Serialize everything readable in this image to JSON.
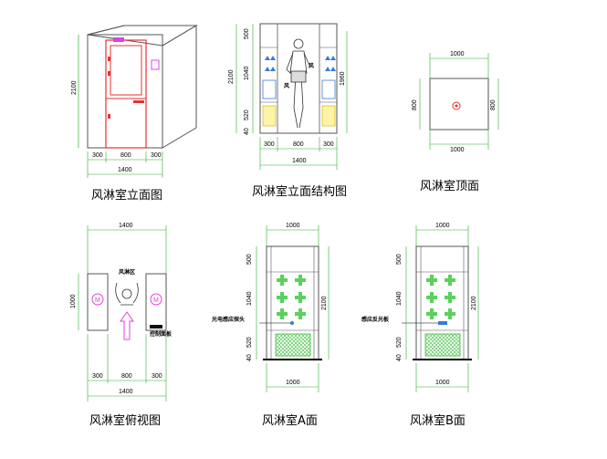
{
  "captions": {
    "elevation": "风淋室立面图",
    "structure": "风淋室立面结构图",
    "top": "风淋室顶面",
    "plan": "风淋室俯视图",
    "face_a": "风淋室A面",
    "face_b": "风淋室B面"
  },
  "elevation": {
    "h": "2100",
    "w1": "300",
    "w2": "800",
    "w3": "300",
    "total": "1400"
  },
  "structure": {
    "v500": "500",
    "v1040": "1040",
    "v520": "520",
    "v40": "40",
    "h2100": "2100",
    "h1960": "1960",
    "w1": "300",
    "w2": "800",
    "w3": "300",
    "total": "1400"
  },
  "top_view": {
    "w_top": "1000",
    "w_bottom": "1000",
    "h_left": "800",
    "h_right": "800"
  },
  "plan": {
    "top": "1400",
    "left": "1000",
    "w1": "300",
    "w2": "800",
    "w3": "300",
    "total": "1400",
    "label_zone": "风淋区",
    "label_ctrl": "控制面板"
  },
  "face_a": {
    "top": "1000",
    "bottom": "1000",
    "v500": "500",
    "v1040": "1040",
    "v520": "520",
    "v40": "40",
    "h2100": "2100",
    "sensor": "光电感应探头"
  },
  "face_b": {
    "top": "1000",
    "bottom": "1000",
    "v500": "500",
    "v1040": "1040",
    "v520": "520",
    "v40": "40",
    "h2100": "2100",
    "sensor": "感应反光板"
  },
  "colors": {
    "dim_line": "#2eaa2e",
    "frame": "#555555",
    "door": "#e83030",
    "nozzle": "#44c844",
    "mesh": "#44c844",
    "arrow": "#e040e0",
    "badge": "#e040e0"
  }
}
